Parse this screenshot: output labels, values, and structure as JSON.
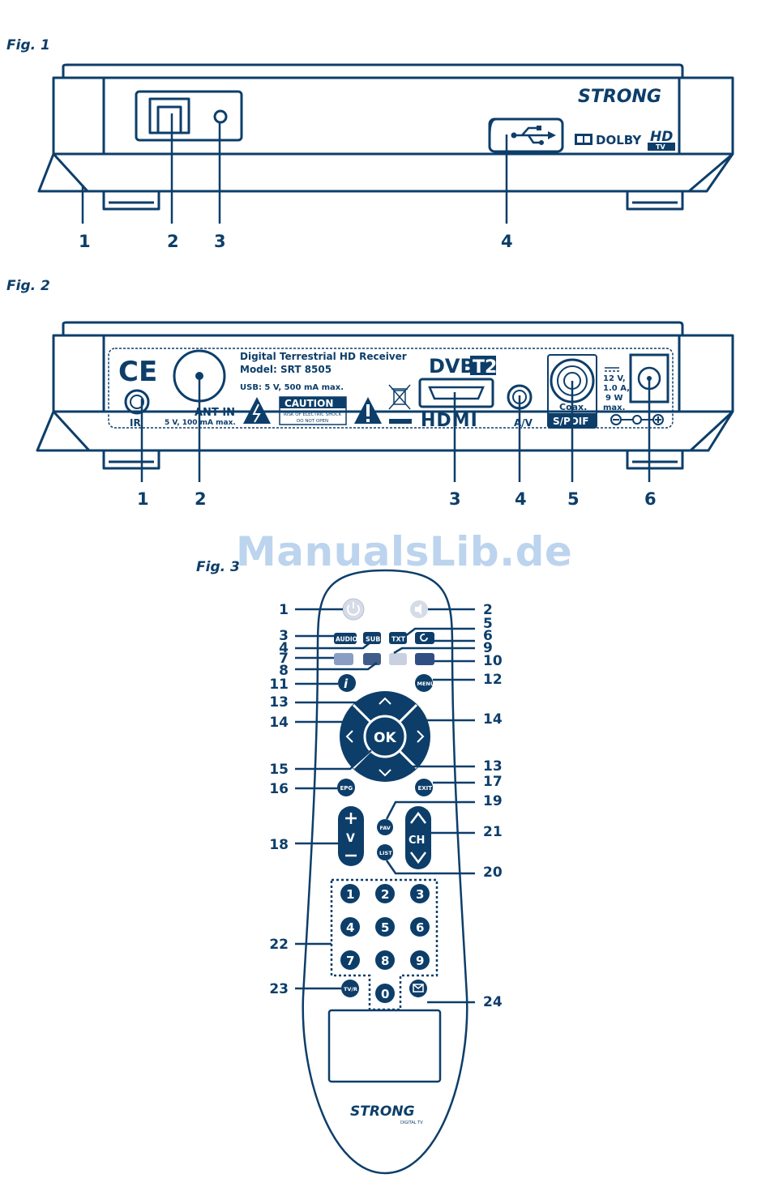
{
  "figures": {
    "fig1": {
      "title": "Fig. 1",
      "brand": "STRONG",
      "dolby": "DOLBY",
      "hd": "HD",
      "tv": "TV",
      "callouts": [
        "1",
        "2",
        "3",
        "4"
      ]
    },
    "fig2": {
      "title": "Fig. 2",
      "ce": "CE",
      "ir": "IR",
      "ant_in": "ANT IN",
      "ant_spec": "5 V, 100 mA max.",
      "info_line1": "Digital Terrestrial HD Receiver",
      "info_line2": "Model:  SRT 8505",
      "info_line3": "USB: 5 V, 500 mA max.",
      "caution": "CAUTION",
      "caution_sub1": "RISK OF ELECTRIC SHOCK",
      "caution_sub2": "DO NOT OPEN",
      "dvb": "DVB",
      "t2": "T2",
      "hdmi": "HDMI",
      "av": "A/V",
      "coax": "Coax.",
      "spdif": "S/PDIF",
      "power_spec1": "12 V,",
      "power_spec2": "1.0 A,",
      "power_spec3": "9 W",
      "power_spec4": "max.",
      "callouts": [
        "1",
        "2",
        "3",
        "4",
        "5",
        "6"
      ]
    },
    "fig3": {
      "title": "Fig. 3",
      "buttons": {
        "audio": "AUDIO",
        "sub": "SUB",
        "txt": "TXT",
        "info": "i",
        "menu": "MENU",
        "ok": "OK",
        "epg": "EPG",
        "exit": "EXIT",
        "fav": "FAV",
        "list": "LIST",
        "v": "V",
        "ch": "CH",
        "tvr": "TV/R",
        "digits": [
          "1",
          "2",
          "3",
          "4",
          "5",
          "6",
          "7",
          "8",
          "9",
          "0"
        ]
      },
      "brand": "STRONG",
      "brand_sub": "DIGITAL TV",
      "labels_left": [
        "1",
        "3",
        "4",
        "7",
        "8",
        "11",
        "13",
        "14",
        "15",
        "16",
        "18",
        "22",
        "23"
      ],
      "labels_right": [
        "2",
        "5",
        "6",
        "9",
        "10",
        "12",
        "14",
        "13",
        "17",
        "19",
        "21",
        "20",
        "24"
      ]
    }
  },
  "watermark": "ManualsLib.de",
  "colors": {
    "ink": "#0d3e6a",
    "power_button": "#d6dbe8",
    "color_keys": [
      "#8a9ec4",
      "#405c8a",
      "#c9d1e0",
      "#2f4f84"
    ],
    "watermark": "#bcd4ee"
  }
}
